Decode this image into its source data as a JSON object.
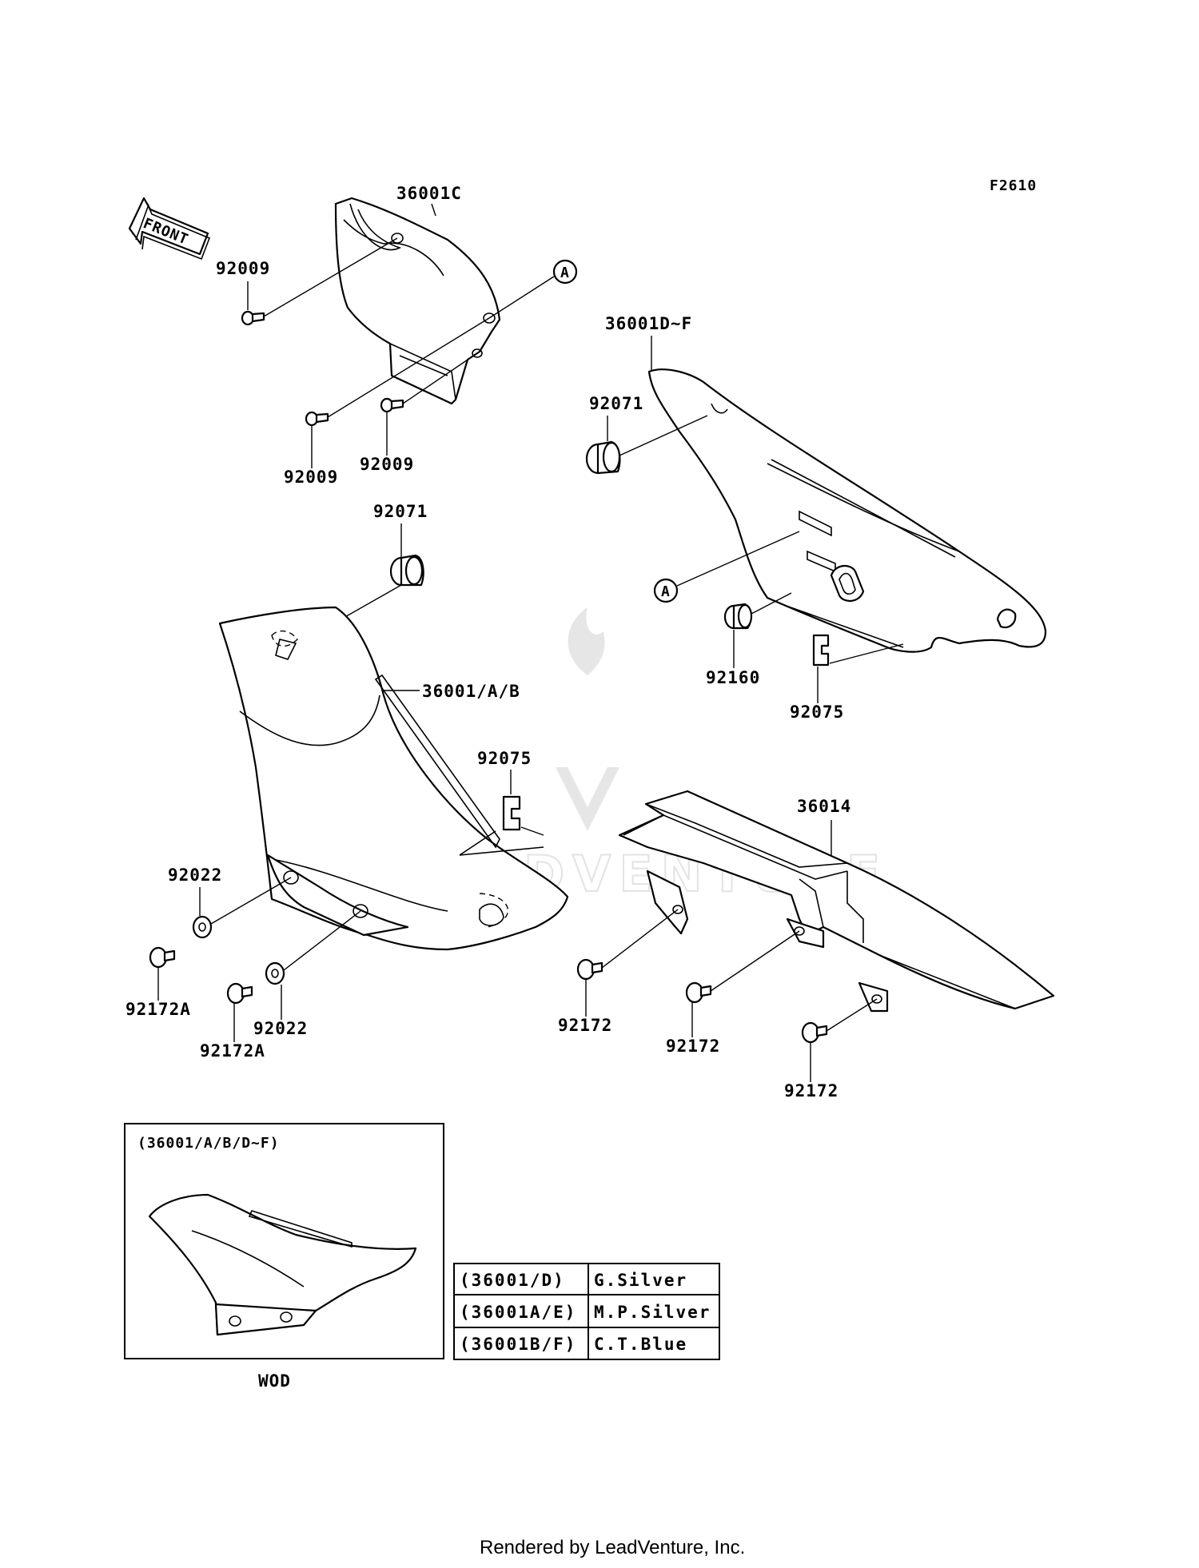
{
  "figure_id": "F2610",
  "front_label": "FRONT",
  "callout_letter": "A",
  "parts": {
    "p36001C": "36001C",
    "p36001DF": "36001D~F",
    "p36001AB": "36001/A/B",
    "p36014": "36014",
    "p92009": "92009",
    "p92071": "92071",
    "p92160": "92160",
    "p92075": "92075",
    "p92022": "92022",
    "p92172A": "92172A",
    "p92172": "92172"
  },
  "inset": {
    "title": "(36001/A/B/D~F)",
    "caption": "WOD"
  },
  "color_table": [
    {
      "code": "(36001/D)",
      "color": "G.Silver"
    },
    {
      "code": "(36001A/E)",
      "color": "M.P.Silver"
    },
    {
      "code": "(36001B/F)",
      "color": "C.T.Blue"
    }
  ],
  "watermark": "LEADVENTURE",
  "footer": "Rendered by LeadVenture, Inc."
}
